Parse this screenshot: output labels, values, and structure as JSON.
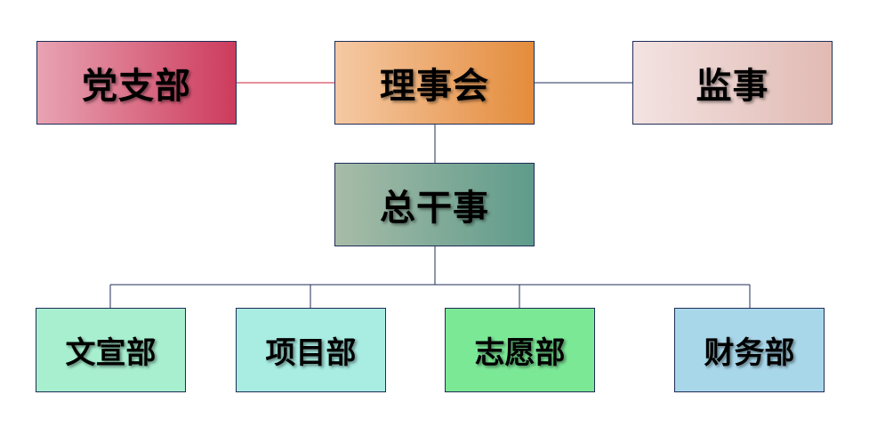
{
  "org_chart": {
    "party_branch": "党支部",
    "council": "理事会",
    "supervisor": "监事",
    "secretary_general": "总干事",
    "departments": {
      "publicity": "文宣部",
      "projects": "项目部",
      "volunteer": "志愿部",
      "finance": "财务部"
    }
  },
  "colors": {
    "connector_red": "#cc2233",
    "connector_navy": "#1f2d57"
  }
}
